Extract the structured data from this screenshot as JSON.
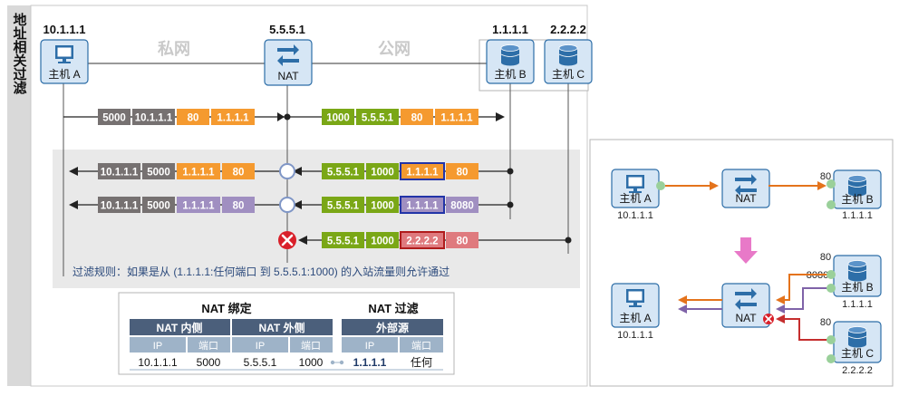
{
  "side_title": "地址相关过滤",
  "left": {
    "ips": {
      "a": "10.1.1.1",
      "nat": "5.5.5.1",
      "b": "1.1.1.1",
      "c": "2.2.2.2"
    },
    "zones": {
      "private": "私网",
      "public": "公网"
    },
    "hosts": {
      "a": "主机 A",
      "nat": "NAT",
      "b": "主机 B",
      "c": "主机 C"
    },
    "rows": [
      {
        "left": [
          "5000",
          "10.1.1.1",
          "80",
          "1.1.1.1"
        ],
        "right": [
          "1000",
          "5.5.5.1",
          "80",
          "1.1.1.1"
        ]
      },
      {
        "left": [
          "10.1.1.1",
          "5000",
          "1.1.1.1",
          "80"
        ],
        "right": [
          "5.5.5.1",
          "1000",
          "1.1.1.1",
          "80"
        ]
      },
      {
        "left": [
          "10.1.1.1",
          "5000",
          "1.1.1.1",
          "80"
        ],
        "right": [
          "5.5.5.1",
          "1000",
          "1.1.1.1",
          "8080"
        ]
      },
      {
        "right": [
          "5.5.5.1",
          "1000",
          "2.2.2.2",
          "80"
        ]
      }
    ],
    "rule": "过滤规则：如果是从 (1.1.1.1:任何端口 到 5.5.5.1:1000) 的入站流量则允许通过",
    "table": {
      "binding_title": "NAT 绑定",
      "filter_title": "NAT 过滤",
      "inside": "NAT 内侧",
      "outside": "NAT 外侧",
      "source": "外部源",
      "ip": "IP",
      "port": "端口",
      "values": [
        "10.1.1.1",
        "5000",
        "5.5.5.1",
        "1000",
        "1.1.1.1",
        "任何"
      ]
    }
  },
  "right": {
    "host_a_top": "主机 A",
    "ip_a_top": "10.1.1.1",
    "nat_top": "NAT",
    "port_b_top": "80",
    "host_b_top": "主机 B",
    "ip_b_top": "1.1.1.1",
    "host_a_bottom": "主机 A",
    "ip_a_bottom": "10.1.1.1",
    "nat_bottom": "NAT",
    "port_b_80": "80",
    "port_b_8080": "8080",
    "host_b_bottom": "主机 B",
    "ip_b_bottom": "1.1.1.1",
    "port_c_80": "80",
    "host_c_bottom": "主机 C",
    "ip_c_bottom": "2.2.2.2"
  },
  "colors": {
    "gray": "#767171",
    "orange": "#f59a2f",
    "green": "#7aa716",
    "purple": "#a08fc1",
    "red": "#df7a7e",
    "header": "#4b5f7b",
    "subheader": "#9eb3c8",
    "icon_blue": "#2d6ea8",
    "deny_red": "#d9202a",
    "arrow_orange": "#e4731c",
    "arrow_purple": "#7f63a8",
    "arrow_red": "#c52e2e"
  }
}
